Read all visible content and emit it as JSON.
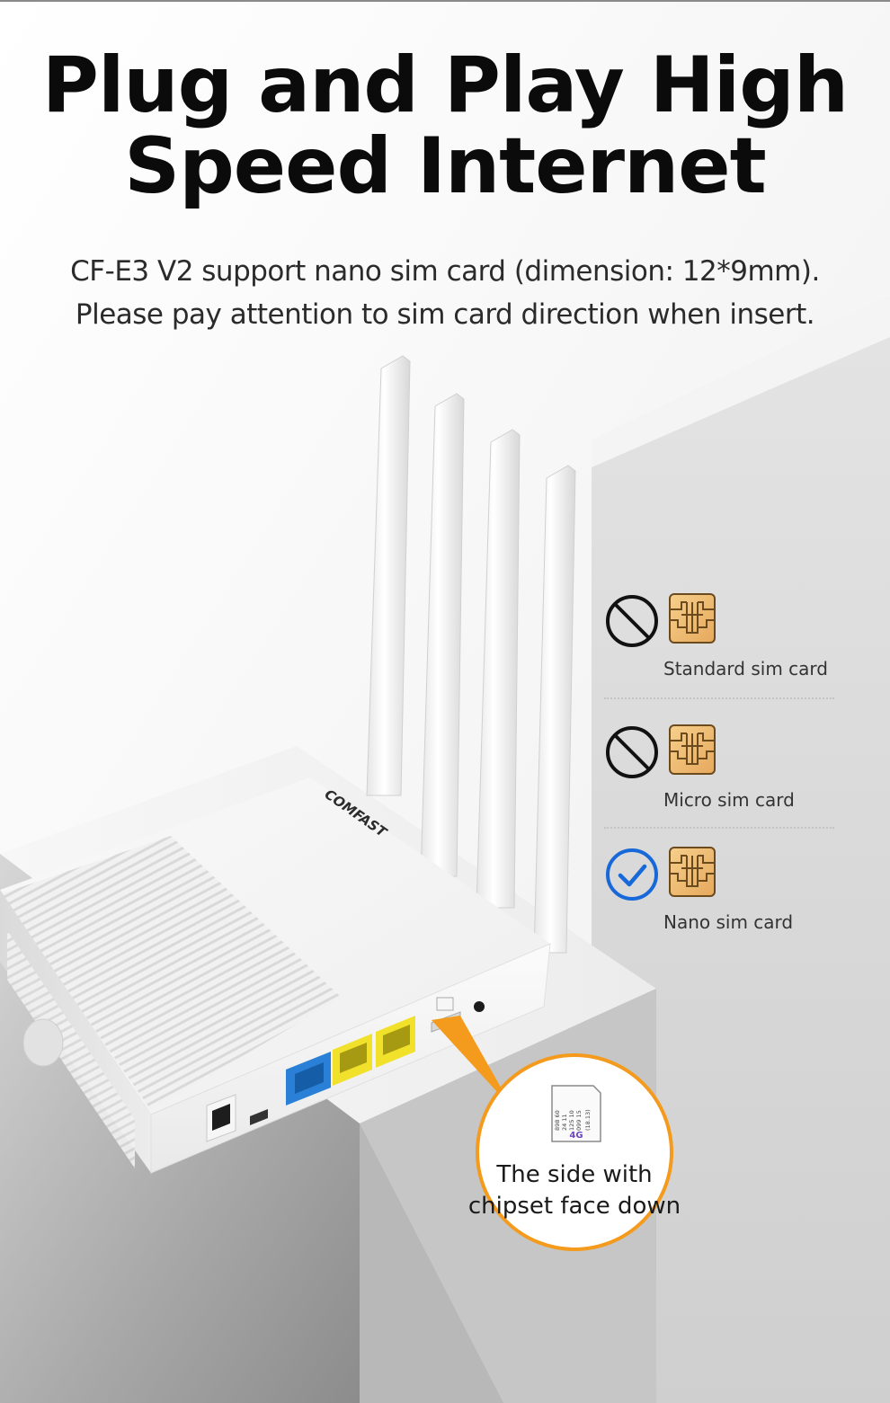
{
  "headline": {
    "line1": "Plug and Play High",
    "line2": "Speed Internet"
  },
  "description": {
    "line1": "CF-E3 V2 support nano sim card (dimension: 12*9mm).",
    "line2": "Please pay attention to sim card direction when insert."
  },
  "router": {
    "brand": "COMFAST"
  },
  "sim_options": [
    {
      "label": "Standard sim card",
      "status": "not-supported",
      "icon": "prohibited-icon"
    },
    {
      "label": "Micro sim card",
      "status": "not-supported",
      "icon": "prohibited-icon"
    },
    {
      "label": "Nano sim card",
      "status": "supported",
      "icon": "checkmark-icon"
    }
  ],
  "callout": {
    "line1": "The side with",
    "line2": "chipset face down",
    "card_lines": [
      "898 60",
      "24 11",
      "125 10",
      "099 15",
      "(18.13)"
    ],
    "card_badge": "4G"
  },
  "colors": {
    "check_blue": "#1768d8",
    "orange": "#f49a1c",
    "chip_gold": "#f0c078",
    "lan_blue": "#2a7fd6",
    "lan_yellow": "#f2e12a"
  }
}
